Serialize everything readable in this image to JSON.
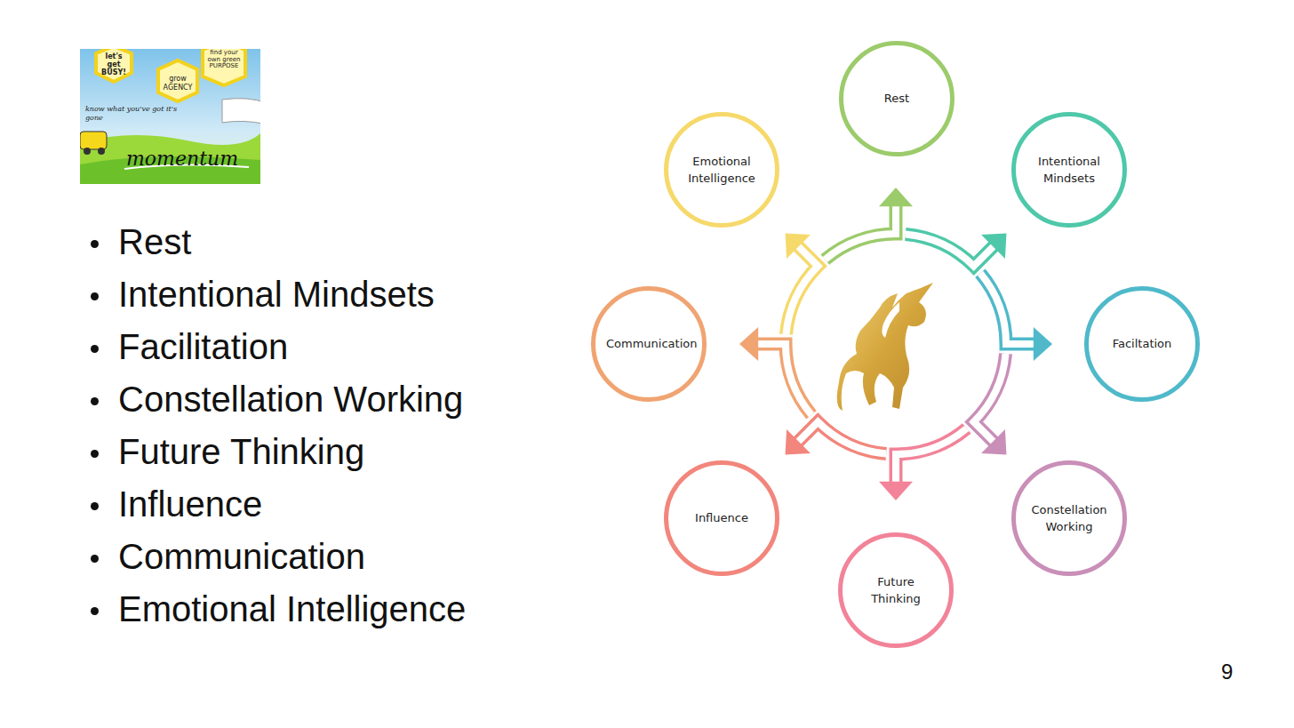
{
  "diagram": {
    "nodes": [
      {
        "text": [
          "Rest"
        ]
      },
      {
        "text": [
          "Intentional Mindsets"
        ]
      },
      {
        "text": [
          "Faciltation"
        ]
      },
      {
        "text": [
          "Constellation Working"
        ]
      },
      {
        "text": [
          "Future Thinking"
        ]
      },
      {
        "text": [
          "Influence"
        ]
      },
      {
        "text": [
          "Communication"
        ]
      },
      {
        "text": [
          "Emotional Intelligence"
        ]
      }
    ],
    "labels": [
      "let's get BUSY!",
      "grow AGENCY",
      "find your own green PURPOSE",
      "know what you've got it's gone",
      "momentum",
      "Rest",
      "Intentional Mindsets",
      "Facilitation",
      "Constellation Working",
      "Future Thinking",
      "Influence",
      "Communication",
      "Emotional Intelligence",
      "9"
    ]
  }
}
